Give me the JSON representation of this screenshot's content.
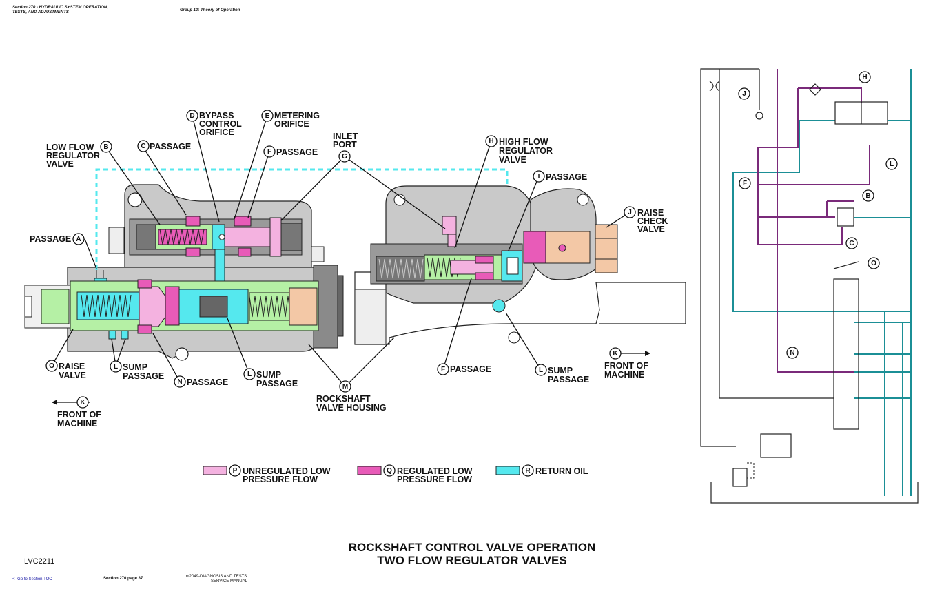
{
  "header": {
    "section_line1": "Section 270 - HYDRAULIC SYSTEM OPERATION,",
    "section_line2": "TESTS, AND ADJUSTMENTS",
    "group": "Group 10: Theory of Operation"
  },
  "figure": {
    "id": "LVC2211",
    "title_line1": "ROCKSHAFT CONTROL VALVE OPERATION",
    "title_line2": "TWO FLOW REGULATOR VALVES"
  },
  "callouts": {
    "A": "A",
    "B": "B",
    "C": "C",
    "D": "D",
    "E": "E",
    "F": "F",
    "G": "G",
    "H": "H",
    "I": "I",
    "J": "J",
    "K": "K",
    "L": "L",
    "M": "M",
    "N": "N",
    "O": "O",
    "P": "P",
    "Q": "Q",
    "R": "R"
  },
  "labels": {
    "low_flow_1": "LOW FLOW",
    "low_flow_2": "REGULATOR",
    "low_flow_3": "VALVE",
    "passage": "PASSAGE",
    "bypass_1": "BYPASS",
    "bypass_2": "CONTROL",
    "bypass_3": "ORIFICE",
    "metering_1": "METERING",
    "metering_2": "ORIFICE",
    "inlet_1": "INLET",
    "inlet_2": "PORT",
    "high_flow_1": "HIGH FLOW",
    "high_flow_2": "REGULATOR",
    "high_flow_3": "VALVE",
    "raise_check_1": "RAISE",
    "raise_check_2": "CHECK",
    "raise_check_3": "VALVE",
    "raise_valve_1": "RAISE",
    "raise_valve_2": "VALVE",
    "sump_1": "SUMP",
    "sump_2": "PASSAGE",
    "front_1": "FRONT OF",
    "front_2": "MACHINE",
    "housing_1": "ROCKSHAFT",
    "housing_2": "VALVE HOUSING"
  },
  "legend": [
    {
      "letter": "P",
      "line1": "UNREGULATED LOW",
      "line2": "PRESSURE FLOW",
      "color": "#f4b2e0"
    },
    {
      "letter": "Q",
      "line1": "REGULATED LOW",
      "line2": "PRESSURE FLOW",
      "color": "#e85bb8"
    },
    {
      "letter": "R",
      "line1": "RETURN OIL",
      "line2": "",
      "color": "#55e8ee"
    }
  ],
  "colors": {
    "housing": "#c9c9c9",
    "green": "#b5f0a5",
    "cyan": "#55e8ee",
    "pink": "#e85bb8",
    "light_pink": "#f4b2e0",
    "tan": "#f3c8a6",
    "schematic_purple": "#7a2a7a",
    "schematic_teal": "#1b8f96"
  },
  "footer": {
    "toc_link": "<- Go to Section TOC",
    "page": "Section 270 page 37",
    "manual_1": "tm2049-DIAGNOSIS AND TESTS",
    "manual_2": "SERVICE MANUAL"
  }
}
